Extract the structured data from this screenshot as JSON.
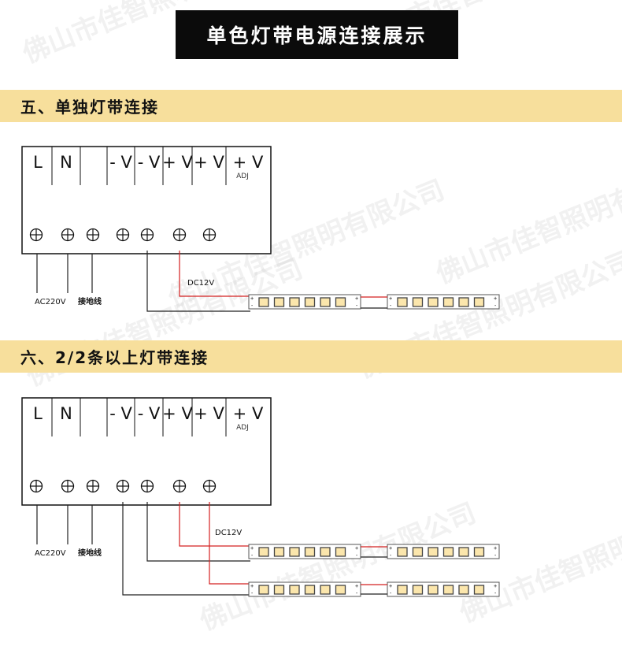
{
  "header": {
    "title": "单色灯带电源连接展示"
  },
  "watermark": {
    "text": "佛山市佳智照明有限公司"
  },
  "sections": [
    {
      "heading": "五、单独灯带连接",
      "terminals": [
        "L",
        "N",
        "",
        "- V",
        "- V",
        "+ V",
        "+ V",
        "+ V"
      ],
      "adj_label": "ADJ",
      "labels": {
        "ac": "AC220V",
        "ground": "接地线",
        "dc": "DC12V"
      }
    },
    {
      "heading": "六、2/2条以上灯带连接",
      "terminals": [
        "L",
        "N",
        "",
        "- V",
        "- V",
        "+ V",
        "+ V",
        "+ V"
      ],
      "adj_label": "ADJ",
      "labels": {
        "ac": "AC220V",
        "ground": "接地线",
        "dc": "DC12V"
      }
    }
  ],
  "strip": {
    "plus": "+",
    "minus": "-"
  },
  "colors": {
    "section_bar": "#f7df9c",
    "wire_red": "#d42020",
    "wire_black": "#222222",
    "led_fill": "#fbe6ac",
    "led_border": "#444444"
  }
}
